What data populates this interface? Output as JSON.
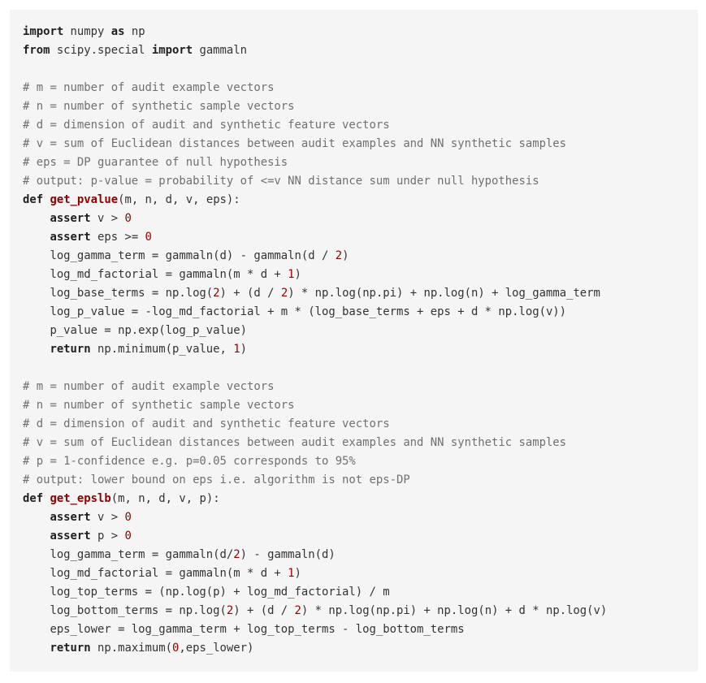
{
  "colors": {
    "background": "#f5f5f5",
    "text": "#333333",
    "keyword": "#1f1f1f",
    "comment": "#707070",
    "function_name": "#900000",
    "number": "#900000"
  },
  "code": {
    "lines": [
      [
        {
          "t": "kw",
          "v": "import"
        },
        {
          "t": "txt",
          "v": " numpy "
        },
        {
          "t": "kw",
          "v": "as"
        },
        {
          "t": "txt",
          "v": " np"
        }
      ],
      [
        {
          "t": "kw",
          "v": "from"
        },
        {
          "t": "txt",
          "v": " scipy.special "
        },
        {
          "t": "kw",
          "v": "import"
        },
        {
          "t": "txt",
          "v": " gammaln"
        }
      ],
      [],
      [
        {
          "t": "cm",
          "v": "# m = number of audit example vectors"
        }
      ],
      [
        {
          "t": "cm",
          "v": "# n = number of synthetic sample vectors"
        }
      ],
      [
        {
          "t": "cm",
          "v": "# d = dimension of audit and synthetic feature vectors"
        }
      ],
      [
        {
          "t": "cm",
          "v": "# v = sum of Euclidean distances between audit examples and NN synthetic samples"
        }
      ],
      [
        {
          "t": "cm",
          "v": "# eps = DP guarantee of null hypothesis"
        }
      ],
      [
        {
          "t": "cm",
          "v": "# output: p-value = probability of <=v NN distance sum under null hypothesis"
        }
      ],
      [
        {
          "t": "kw",
          "v": "def"
        },
        {
          "t": "txt",
          "v": " "
        },
        {
          "t": "fn",
          "v": "get_pvalue"
        },
        {
          "t": "txt",
          "v": "(m, n, d, v, eps):"
        }
      ],
      [
        {
          "t": "txt",
          "v": "    "
        },
        {
          "t": "kw",
          "v": "assert"
        },
        {
          "t": "txt",
          "v": " v > "
        },
        {
          "t": "num",
          "v": "0"
        }
      ],
      [
        {
          "t": "txt",
          "v": "    "
        },
        {
          "t": "kw",
          "v": "assert"
        },
        {
          "t": "txt",
          "v": " eps >= "
        },
        {
          "t": "num",
          "v": "0"
        }
      ],
      [
        {
          "t": "txt",
          "v": "    log_gamma_term = gammaln(d) - gammaln(d / "
        },
        {
          "t": "num",
          "v": "2"
        },
        {
          "t": "txt",
          "v": ")"
        }
      ],
      [
        {
          "t": "txt",
          "v": "    log_md_factorial = gammaln(m * d + "
        },
        {
          "t": "num",
          "v": "1"
        },
        {
          "t": "txt",
          "v": ")"
        }
      ],
      [
        {
          "t": "txt",
          "v": "    log_base_terms = np.log("
        },
        {
          "t": "num",
          "v": "2"
        },
        {
          "t": "txt",
          "v": ") + (d / "
        },
        {
          "t": "num",
          "v": "2"
        },
        {
          "t": "txt",
          "v": ") * np.log(np.pi) + np.log(n) + log_gamma_term"
        }
      ],
      [
        {
          "t": "txt",
          "v": "    log_p_value = -log_md_factorial + m * (log_base_terms + eps + d * np.log(v))"
        }
      ],
      [
        {
          "t": "txt",
          "v": "    p_value = np.exp(log_p_value)"
        }
      ],
      [
        {
          "t": "txt",
          "v": "    "
        },
        {
          "t": "kw",
          "v": "return"
        },
        {
          "t": "txt",
          "v": " np.minimum(p_value, "
        },
        {
          "t": "num",
          "v": "1"
        },
        {
          "t": "txt",
          "v": ")"
        }
      ],
      [],
      [
        {
          "t": "cm",
          "v": "# m = number of audit example vectors"
        }
      ],
      [
        {
          "t": "cm",
          "v": "# n = number of synthetic sample vectors"
        }
      ],
      [
        {
          "t": "cm",
          "v": "# d = dimension of audit and synthetic feature vectors"
        }
      ],
      [
        {
          "t": "cm",
          "v": "# v = sum of Euclidean distances between audit examples and NN synthetic samples"
        }
      ],
      [
        {
          "t": "cm",
          "v": "# p = 1-confidence e.g. p=0.05 corresponds to 95%"
        }
      ],
      [
        {
          "t": "cm",
          "v": "# output: lower bound on eps i.e. algorithm is not eps-DP"
        }
      ],
      [
        {
          "t": "kw",
          "v": "def"
        },
        {
          "t": "txt",
          "v": " "
        },
        {
          "t": "fn",
          "v": "get_epslb"
        },
        {
          "t": "txt",
          "v": "(m, n, d, v, p):"
        }
      ],
      [
        {
          "t": "txt",
          "v": "    "
        },
        {
          "t": "kw",
          "v": "assert"
        },
        {
          "t": "txt",
          "v": " v > "
        },
        {
          "t": "num",
          "v": "0"
        }
      ],
      [
        {
          "t": "txt",
          "v": "    "
        },
        {
          "t": "kw",
          "v": "assert"
        },
        {
          "t": "txt",
          "v": " p > "
        },
        {
          "t": "num",
          "v": "0"
        }
      ],
      [
        {
          "t": "txt",
          "v": "    log_gamma_term = gammaln(d/"
        },
        {
          "t": "num",
          "v": "2"
        },
        {
          "t": "txt",
          "v": ") - gammaln(d)"
        }
      ],
      [
        {
          "t": "txt",
          "v": "    log_md_factorial = gammaln(m * d + "
        },
        {
          "t": "num",
          "v": "1"
        },
        {
          "t": "txt",
          "v": ")"
        }
      ],
      [
        {
          "t": "txt",
          "v": "    log_top_terms = (np.log(p) + log_md_factorial) / m"
        }
      ],
      [
        {
          "t": "txt",
          "v": "    log_bottom_terms = np.log("
        },
        {
          "t": "num",
          "v": "2"
        },
        {
          "t": "txt",
          "v": ") + (d / "
        },
        {
          "t": "num",
          "v": "2"
        },
        {
          "t": "txt",
          "v": ") * np.log(np.pi) + np.log(n) + d * np.log(v)"
        }
      ],
      [
        {
          "t": "txt",
          "v": "    eps_lower = log_gamma_term + log_top_terms - log_bottom_terms"
        }
      ],
      [
        {
          "t": "txt",
          "v": "    "
        },
        {
          "t": "kw",
          "v": "return"
        },
        {
          "t": "txt",
          "v": " np.maximum("
        },
        {
          "t": "num",
          "v": "0"
        },
        {
          "t": "txt",
          "v": ",eps_lower)"
        }
      ]
    ]
  }
}
